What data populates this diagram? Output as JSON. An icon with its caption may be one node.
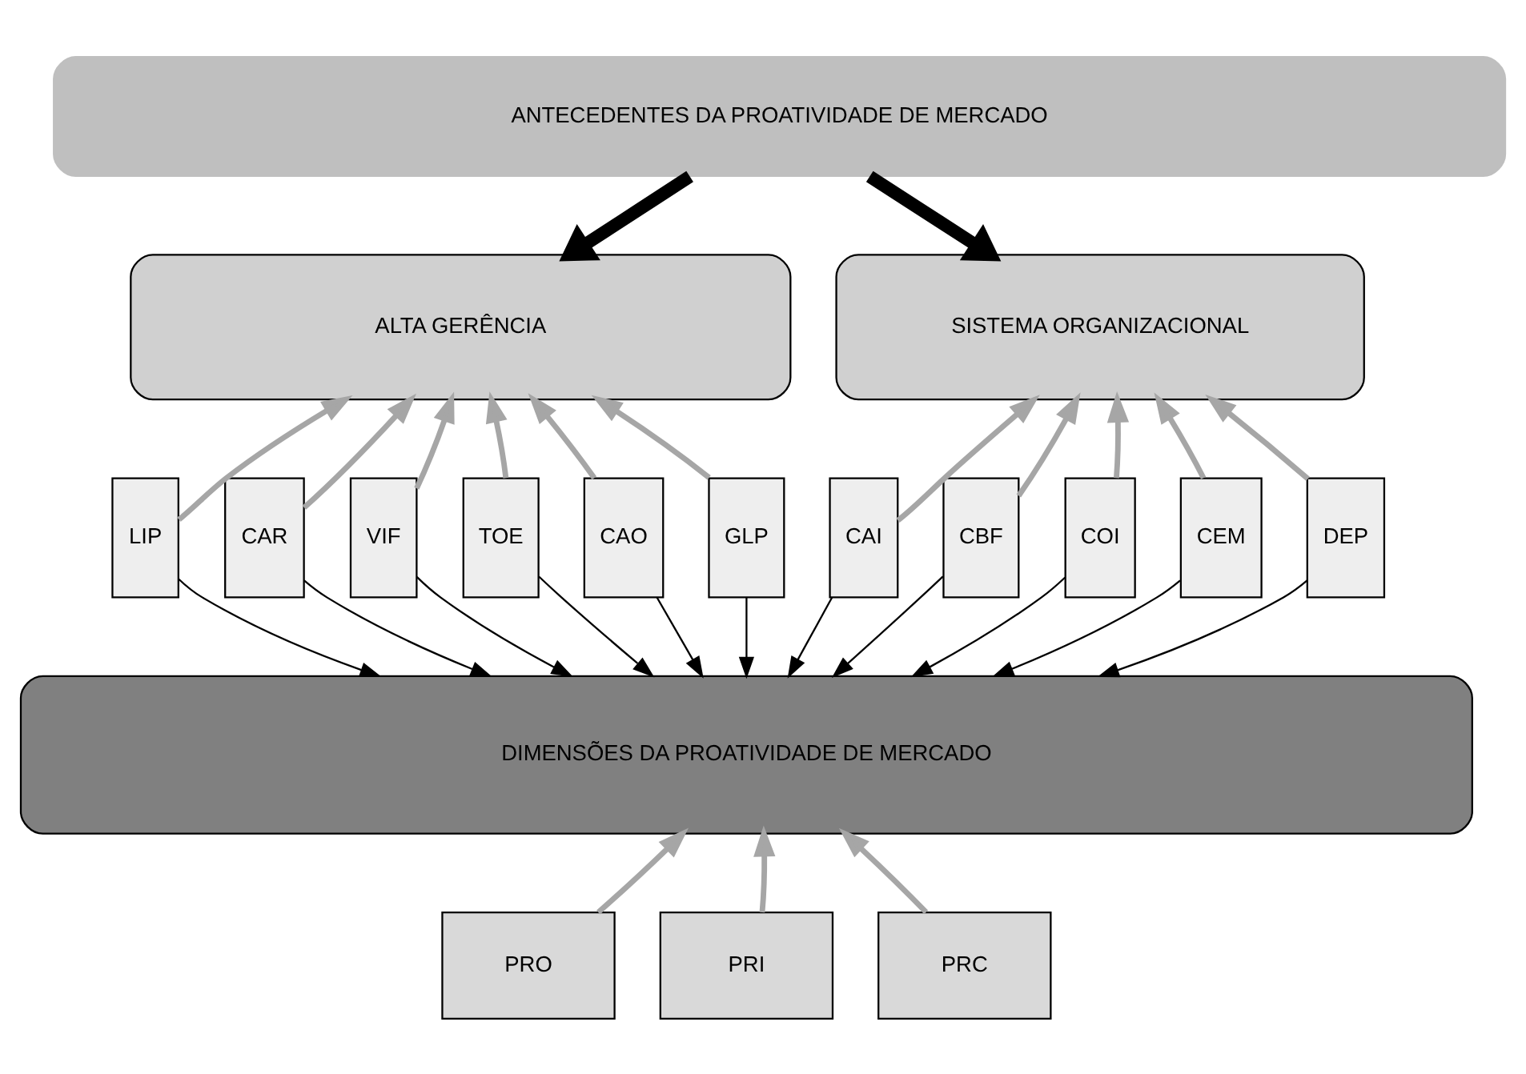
{
  "diagram": {
    "nodes": [
      {
        "text": [
          "ANTECEDENTES DA PROATIVIDADE DE MERCADO"
        ]
      },
      {
        "text": [
          "ALTA GERÊNCIA"
        ]
      },
      {
        "text": [
          "SISTEMA ORGANIZACIONAL"
        ]
      },
      {
        "text": [
          "LIP"
        ]
      },
      {
        "text": [
          "CAR"
        ]
      },
      {
        "text": [
          "VIF"
        ]
      },
      {
        "text": [
          "TOE"
        ]
      },
      {
        "text": [
          "CAO"
        ]
      },
      {
        "text": [
          "GLP"
        ]
      },
      {
        "text": [
          "CAI"
        ]
      },
      {
        "text": [
          "CBF"
        ]
      },
      {
        "text": [
          "COI"
        ]
      },
      {
        "text": [
          "CEM"
        ]
      },
      {
        "text": [
          "DEP"
        ]
      },
      {
        "text": [
          "DIMENSÕES DA PROATIVIDADE DE MERCADO"
        ]
      },
      {
        "text": [
          "PRO"
        ]
      },
      {
        "text": [
          "PRI"
        ]
      },
      {
        "text": [
          "PRC"
        ]
      }
    ],
    "edges": [
      {
        "from": 0,
        "to": 1,
        "arrow": "to",
        "style": "thick",
        "color": "#000000"
      },
      {
        "from": 0,
        "to": 2,
        "arrow": "to",
        "style": "thick",
        "color": "#000000"
      },
      {
        "from": 3,
        "to": 1,
        "arrow": "to",
        "color": "#a6a6a6"
      },
      {
        "from": 4,
        "to": 1,
        "arrow": "to",
        "color": "#a6a6a6"
      },
      {
        "from": 5,
        "to": 1,
        "arrow": "to",
        "color": "#a6a6a6"
      },
      {
        "from": 6,
        "to": 1,
        "arrow": "to",
        "color": "#a6a6a6"
      },
      {
        "from": 7,
        "to": 1,
        "arrow": "to",
        "color": "#a6a6a6"
      },
      {
        "from": 8,
        "to": 1,
        "arrow": "to",
        "color": "#a6a6a6"
      },
      {
        "from": 9,
        "to": 2,
        "arrow": "to",
        "color": "#a6a6a6"
      },
      {
        "from": 10,
        "to": 2,
        "arrow": "to",
        "color": "#a6a6a6"
      },
      {
        "from": 11,
        "to": 2,
        "arrow": "to",
        "color": "#a6a6a6"
      },
      {
        "from": 12,
        "to": 2,
        "arrow": "to",
        "color": "#a6a6a6"
      },
      {
        "from": 13,
        "to": 2,
        "arrow": "to",
        "color": "#a6a6a6"
      },
      {
        "from": 3,
        "to": 14,
        "arrow": "to",
        "color": "#000000"
      },
      {
        "from": 4,
        "to": 14,
        "arrow": "to",
        "color": "#000000"
      },
      {
        "from": 5,
        "to": 14,
        "arrow": "to",
        "color": "#000000"
      },
      {
        "from": 6,
        "to": 14,
        "arrow": "to",
        "color": "#000000"
      },
      {
        "from": 7,
        "to": 14,
        "arrow": "to",
        "color": "#000000"
      },
      {
        "from": 8,
        "to": 14,
        "arrow": "to",
        "color": "#000000"
      },
      {
        "from": 9,
        "to": 14,
        "arrow": "to",
        "color": "#000000"
      },
      {
        "from": 10,
        "to": 14,
        "arrow": "to",
        "color": "#000000"
      },
      {
        "from": 11,
        "to": 14,
        "arrow": "to",
        "color": "#000000"
      },
      {
        "from": 12,
        "to": 14,
        "arrow": "to",
        "color": "#000000"
      },
      {
        "from": 13,
        "to": 14,
        "arrow": "to",
        "color": "#000000"
      },
      {
        "from": 15,
        "to": 14,
        "arrow": "to",
        "color": "#a6a6a6"
      },
      {
        "from": 16,
        "to": 14,
        "arrow": "to",
        "color": "#a6a6a6"
      },
      {
        "from": 17,
        "to": 14,
        "arrow": "to",
        "color": "#a6a6a6"
      }
    ]
  }
}
